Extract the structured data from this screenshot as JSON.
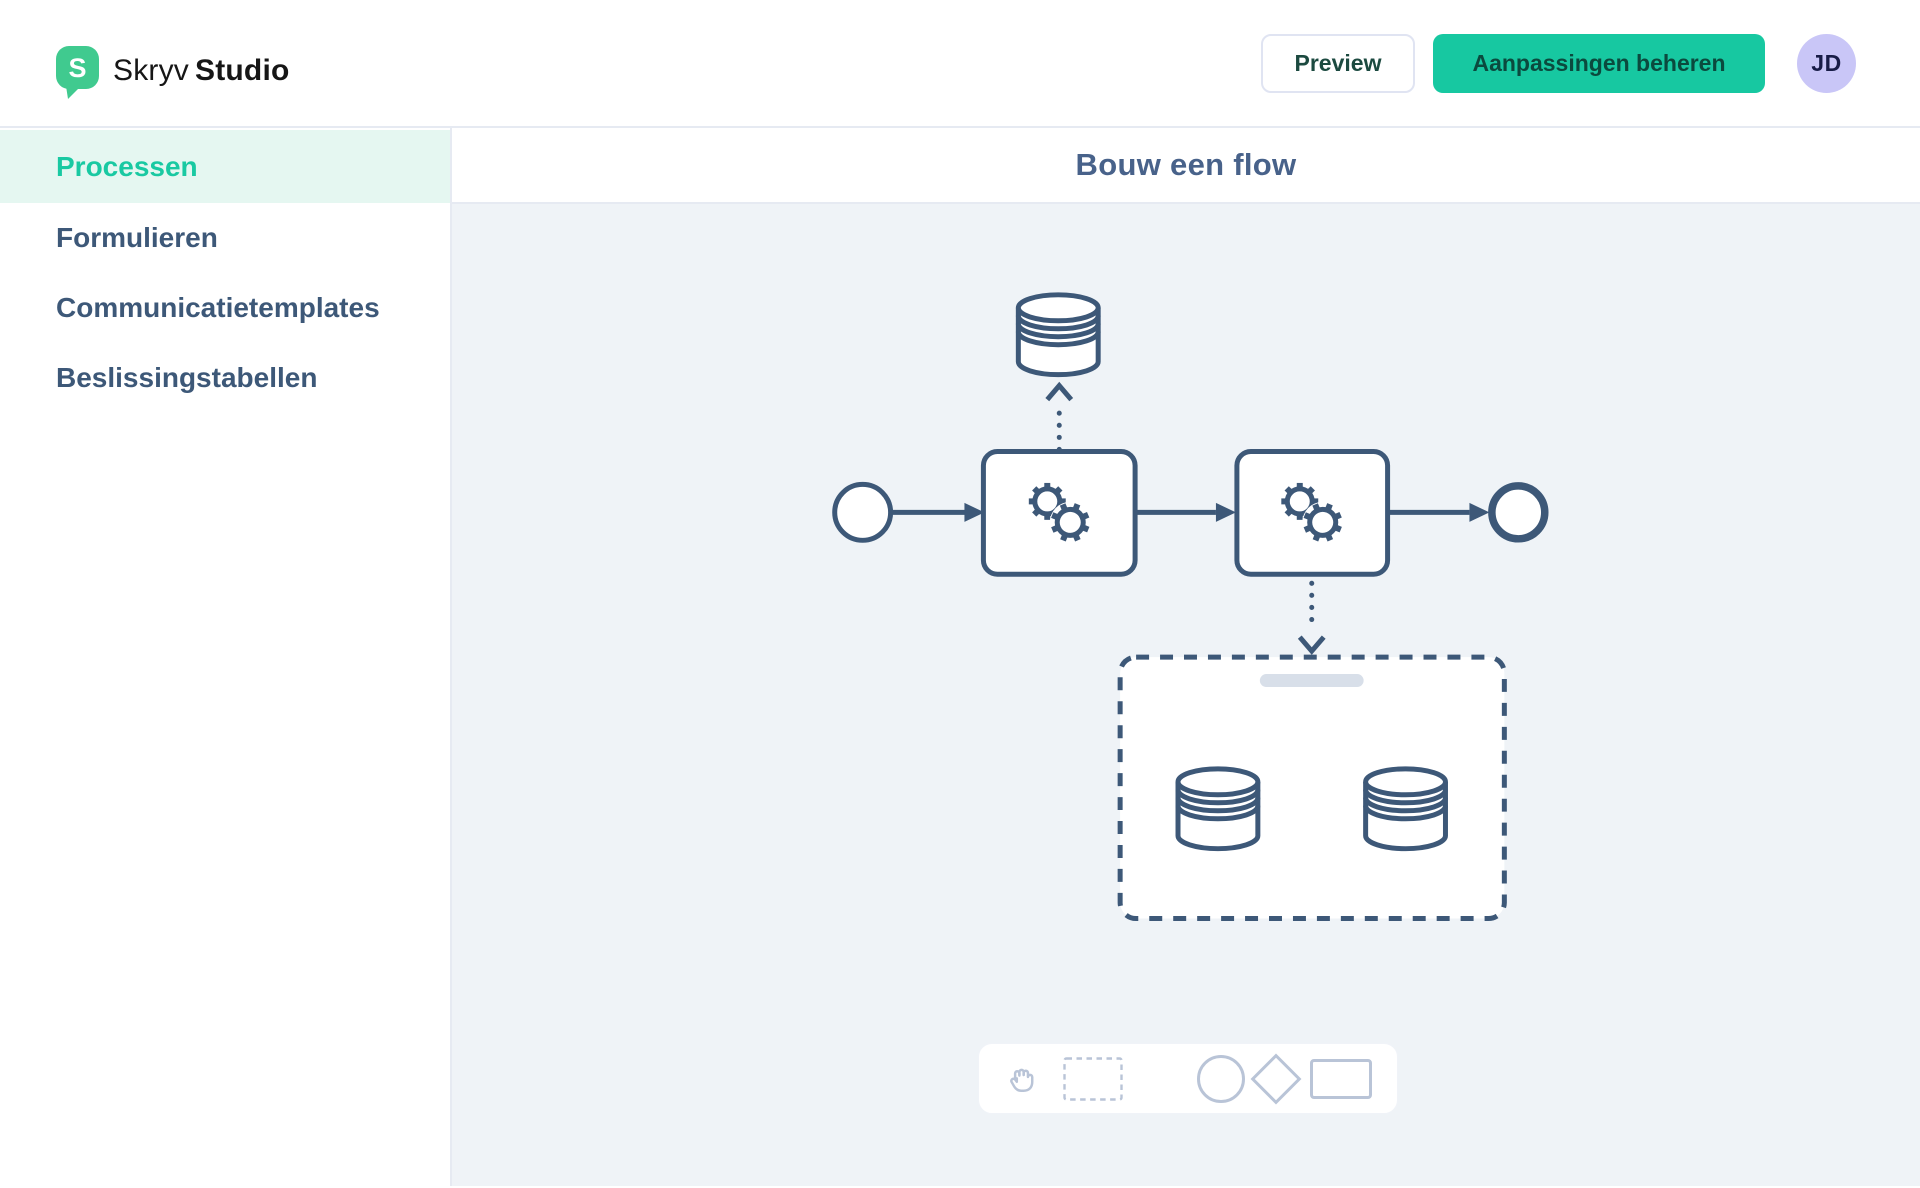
{
  "app": {
    "logo_letter": "S",
    "brand_first": "Skryv",
    "brand_second": "Studio"
  },
  "header": {
    "preview_label": "Preview",
    "manage_label": "Aanpassingen beheren",
    "avatar_initials": "JD"
  },
  "sidebar": {
    "items": [
      {
        "label": "Processen",
        "active": true
      },
      {
        "label": "Formulieren",
        "active": false
      },
      {
        "label": "Communicatietemplates",
        "active": false
      },
      {
        "label": "Beslissingstabellen",
        "active": false
      }
    ]
  },
  "main": {
    "title": "Bouw een flow"
  },
  "diagram": {
    "type": "bpmn-flow",
    "nodes": [
      {
        "id": "start",
        "kind": "start-event"
      },
      {
        "id": "task-1",
        "kind": "service-task",
        "icon": "gears-icon"
      },
      {
        "id": "task-2",
        "kind": "service-task",
        "icon": "gears-icon"
      },
      {
        "id": "end",
        "kind": "end-event"
      },
      {
        "id": "datastore-top",
        "kind": "data-store",
        "icon": "database-icon"
      },
      {
        "id": "group-placeholder",
        "kind": "dashed-group",
        "contains": [
          "database-icon",
          "database-icon"
        ],
        "has_label_placeholder": true
      }
    ],
    "edges": [
      {
        "from": "start",
        "to": "task-1",
        "style": "solid-arrow"
      },
      {
        "from": "task-1",
        "to": "task-2",
        "style": "solid-arrow"
      },
      {
        "from": "task-2",
        "to": "end",
        "style": "solid-arrow"
      },
      {
        "from": "task-1",
        "to": "datastore-top",
        "style": "dotted-arrow"
      },
      {
        "from": "task-2",
        "to": "group-placeholder",
        "style": "dotted-arrow"
      }
    ]
  },
  "palette": {
    "tools": [
      "grab-hand-icon",
      "lasso-select-icon",
      "circle-shape-icon",
      "diamond-shape-icon",
      "rectangle-shape-icon"
    ]
  },
  "colors": {
    "accent_teal": "#17c8a1",
    "accent_teal_text": "#19c9a2",
    "active_item_bg": "#e5f7f1",
    "logo_green": "#40ca8f",
    "manage_button_text": "#0b4a3e",
    "slate_stroke": "#3d5878",
    "sidebar_text": "#3d5878",
    "title_text": "#48628a",
    "canvas_bg": "#eff3f7",
    "palette_icon": "#b9c4d7",
    "avatar_bg": "#c9c6f7",
    "avatar_text": "#181c47",
    "placeholder_pill": "#d8dfe9",
    "border_gray": "#e6eaf2"
  }
}
